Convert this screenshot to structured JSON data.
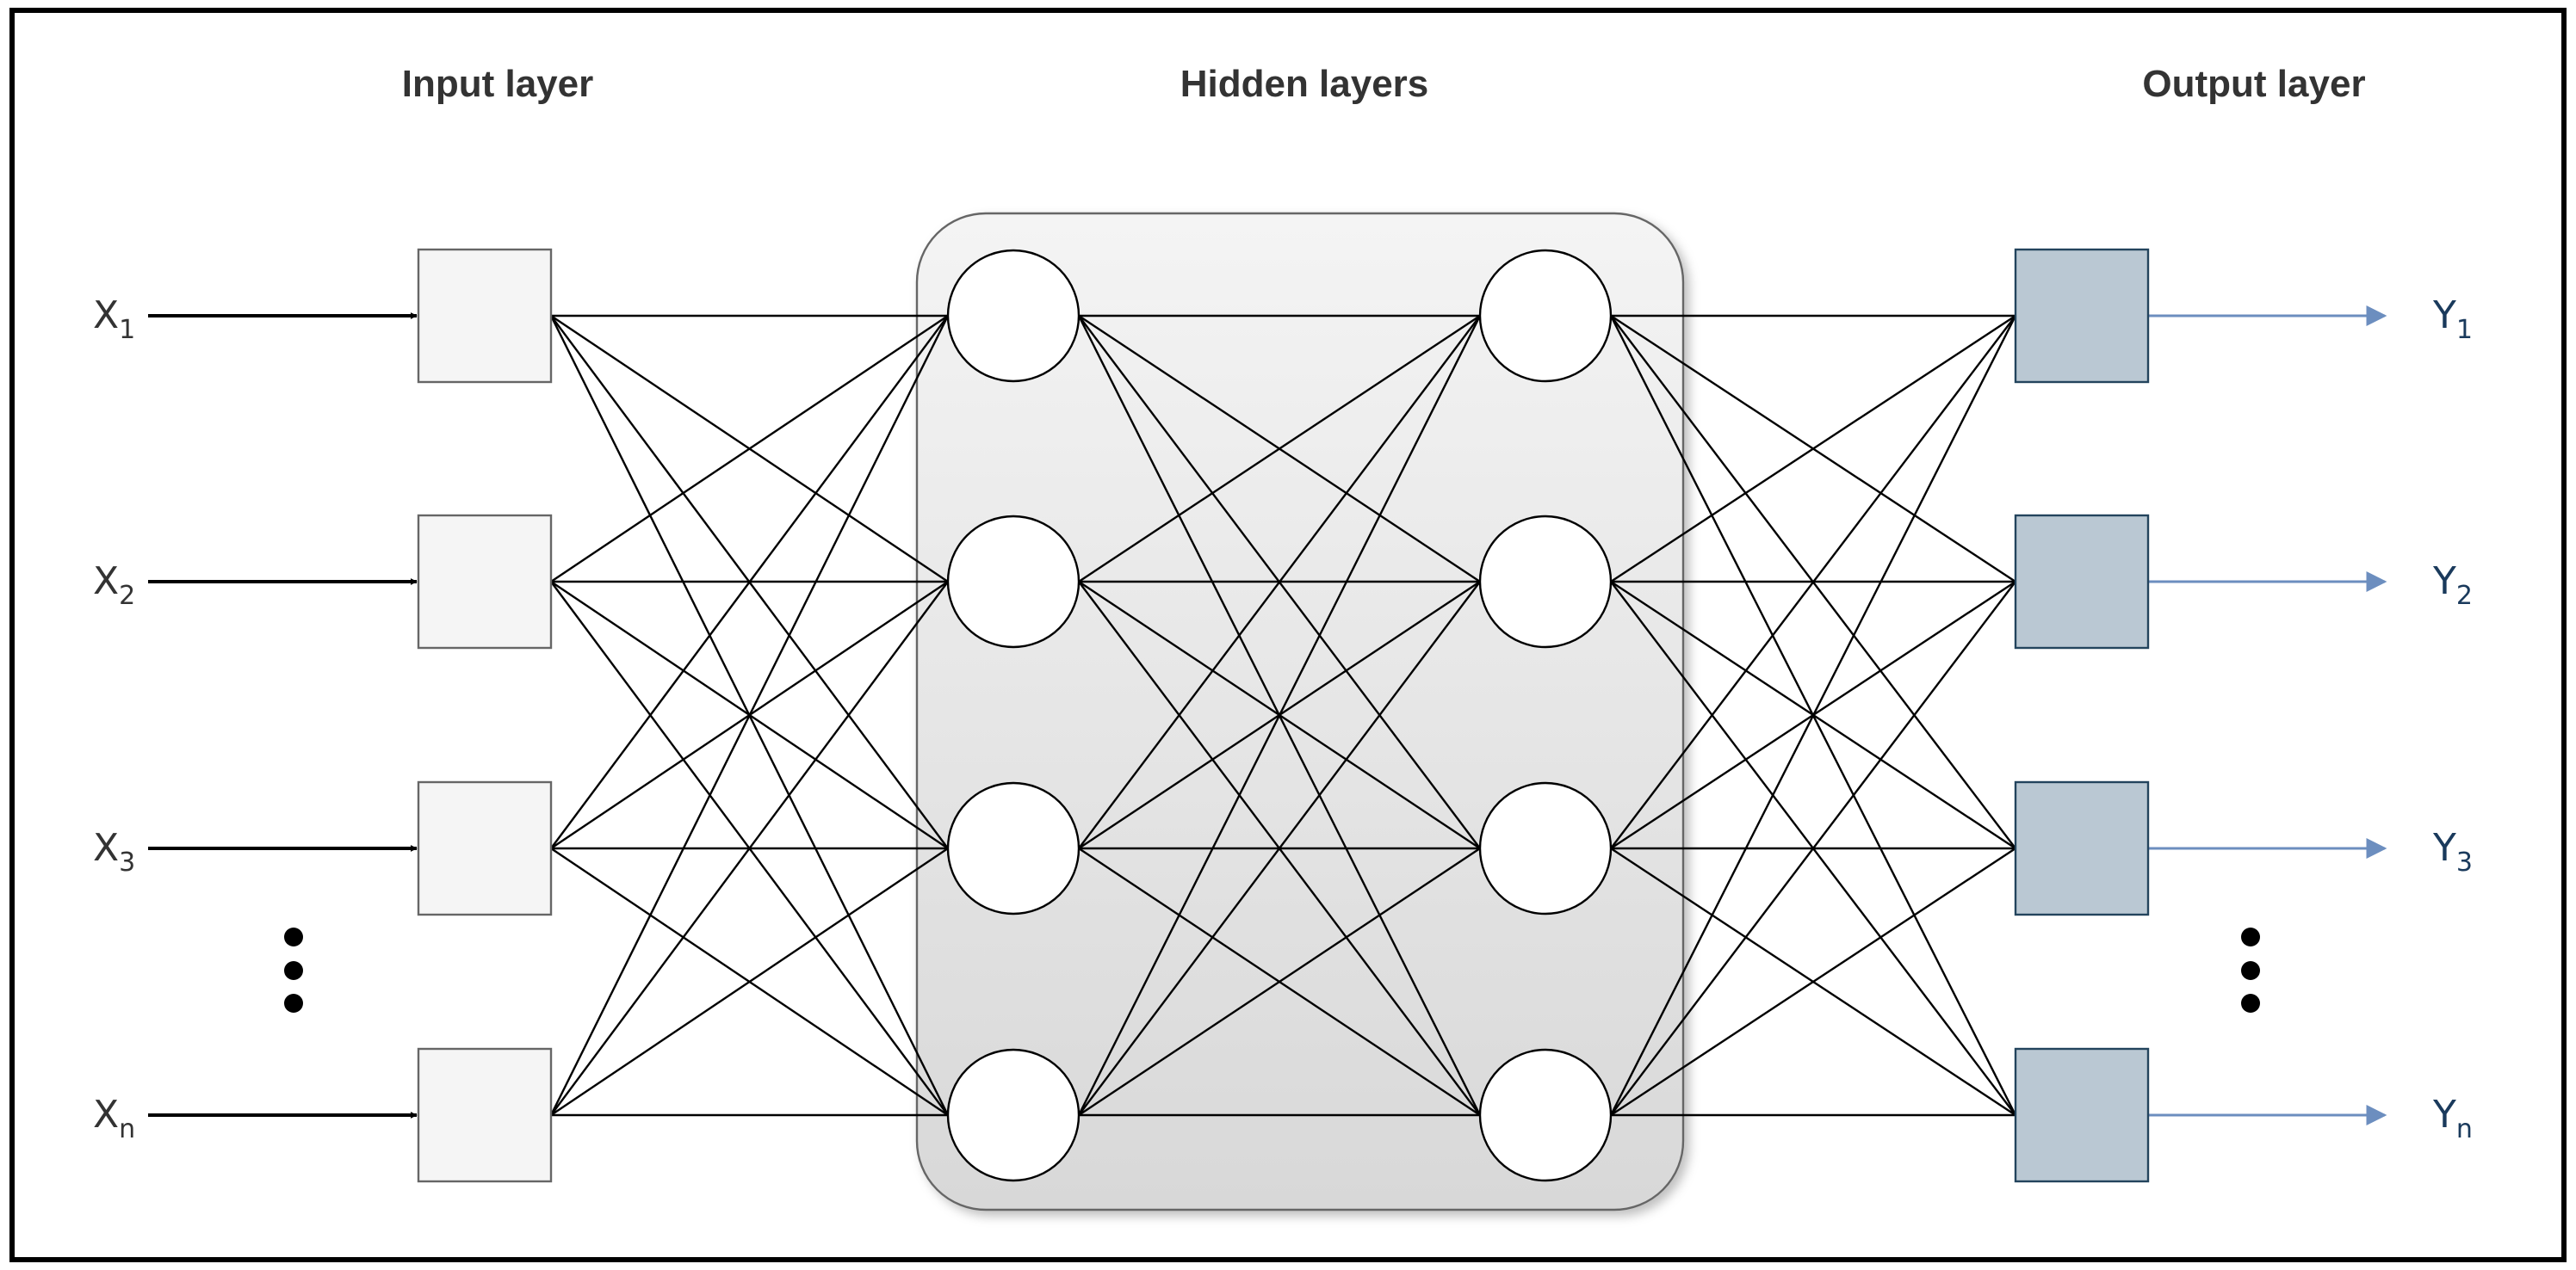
{
  "titles": {
    "input_layer": "Input layer",
    "hidden_layers": "Hidden layers",
    "output_layer": "Output layer"
  },
  "inputs": [
    {
      "base": "X",
      "sub": "1"
    },
    {
      "base": "X",
      "sub": "2"
    },
    {
      "base": "X",
      "sub": "3"
    },
    {
      "base": "X",
      "sub": "n"
    }
  ],
  "outputs": [
    {
      "base": "Y",
      "sub": "1"
    },
    {
      "base": "Y",
      "sub": "2"
    },
    {
      "base": "Y",
      "sub": "3"
    },
    {
      "base": "Y",
      "sub": "n"
    }
  ],
  "colors": {
    "input_fill": "#f5f5f5",
    "output_fill": "#bac8d3",
    "output_stroke": "#23445d",
    "output_arrow": "#6c8ebf",
    "output_label": "#1a3a5c",
    "hidden_panel_top": "#f4f4f4",
    "hidden_panel_bottom": "#d8d8d8",
    "connection": "#000000"
  }
}
